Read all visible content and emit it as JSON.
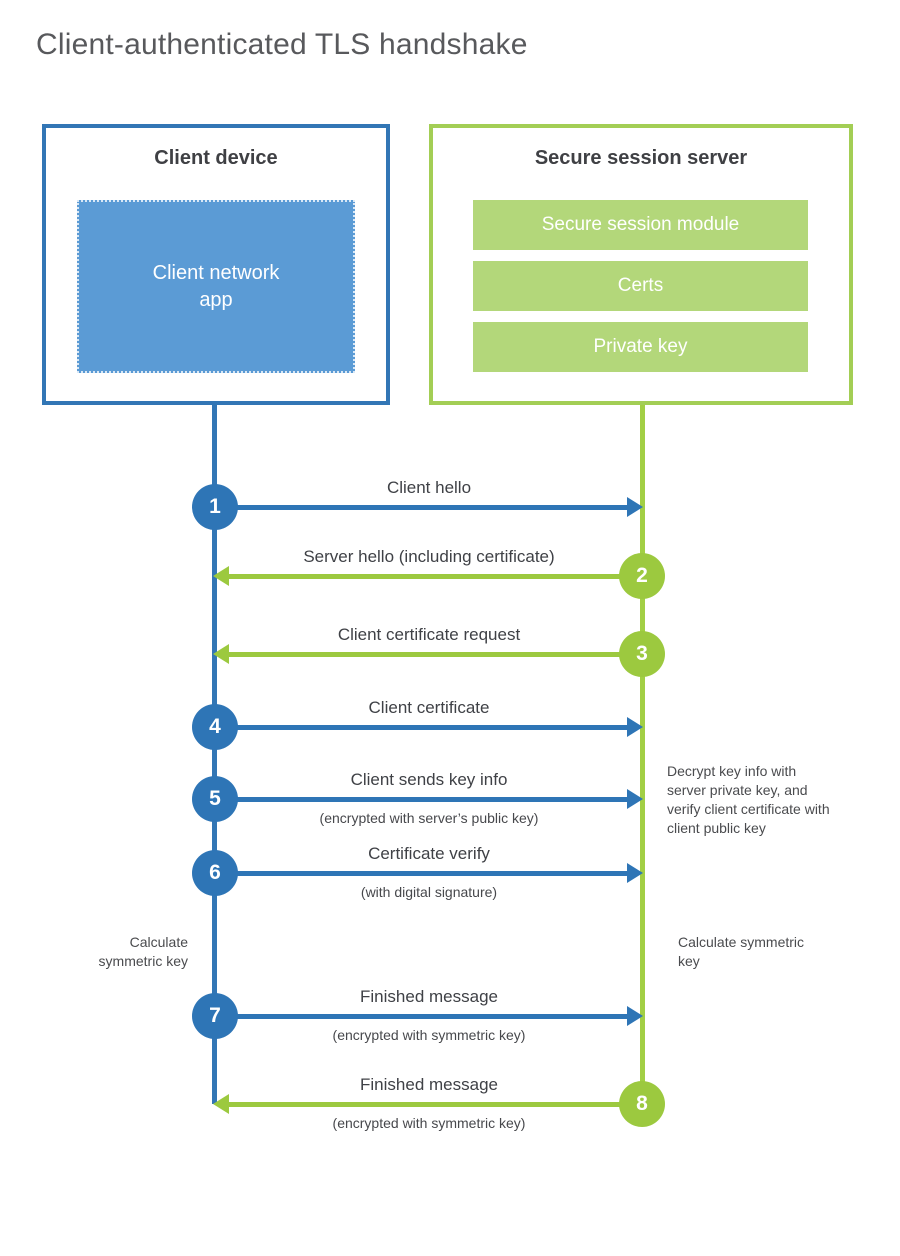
{
  "title": "Client-authenticated TLS handshake",
  "client_box": {
    "title": "Client device",
    "app_label": "Client network\napp"
  },
  "server_box": {
    "title": "Secure session server",
    "modules": [
      "Secure session module",
      "Certs",
      "Private key"
    ]
  },
  "steps": [
    {
      "num": "1",
      "from": "client",
      "label": "Client hello",
      "sublabel": ""
    },
    {
      "num": "2",
      "from": "server",
      "label": "Server hello (including certificate)",
      "sublabel": ""
    },
    {
      "num": "3",
      "from": "server",
      "label": "Client certificate request",
      "sublabel": ""
    },
    {
      "num": "4",
      "from": "client",
      "label": "Client certificate",
      "sublabel": ""
    },
    {
      "num": "5",
      "from": "client",
      "label": "Client sends key info",
      "sublabel": "(encrypted with server’s public key)"
    },
    {
      "num": "6",
      "from": "client",
      "label": "Certificate verify",
      "sublabel": "(with digital signature)"
    },
    {
      "num": "7",
      "from": "client",
      "label": "Finished message",
      "sublabel": "(encrypted with symmetric key)"
    },
    {
      "num": "8",
      "from": "server",
      "label": "Finished message",
      "sublabel": "(encrypted with symmetric key)"
    }
  ],
  "notes": {
    "decrypt": "Decrypt key info with server private key, and verify client certificate with client public key",
    "calc_left": "Calculate symmetric key",
    "calc_right": "Calculate symmetric key"
  },
  "colors": {
    "client_blue": "#2E75B6",
    "client_fill_blue": "#5B9BD5",
    "server_green": "#9CC93F",
    "server_fill_green": "#B3D77A",
    "text_dark": "#3F4044",
    "title_gray": "#58595C"
  }
}
